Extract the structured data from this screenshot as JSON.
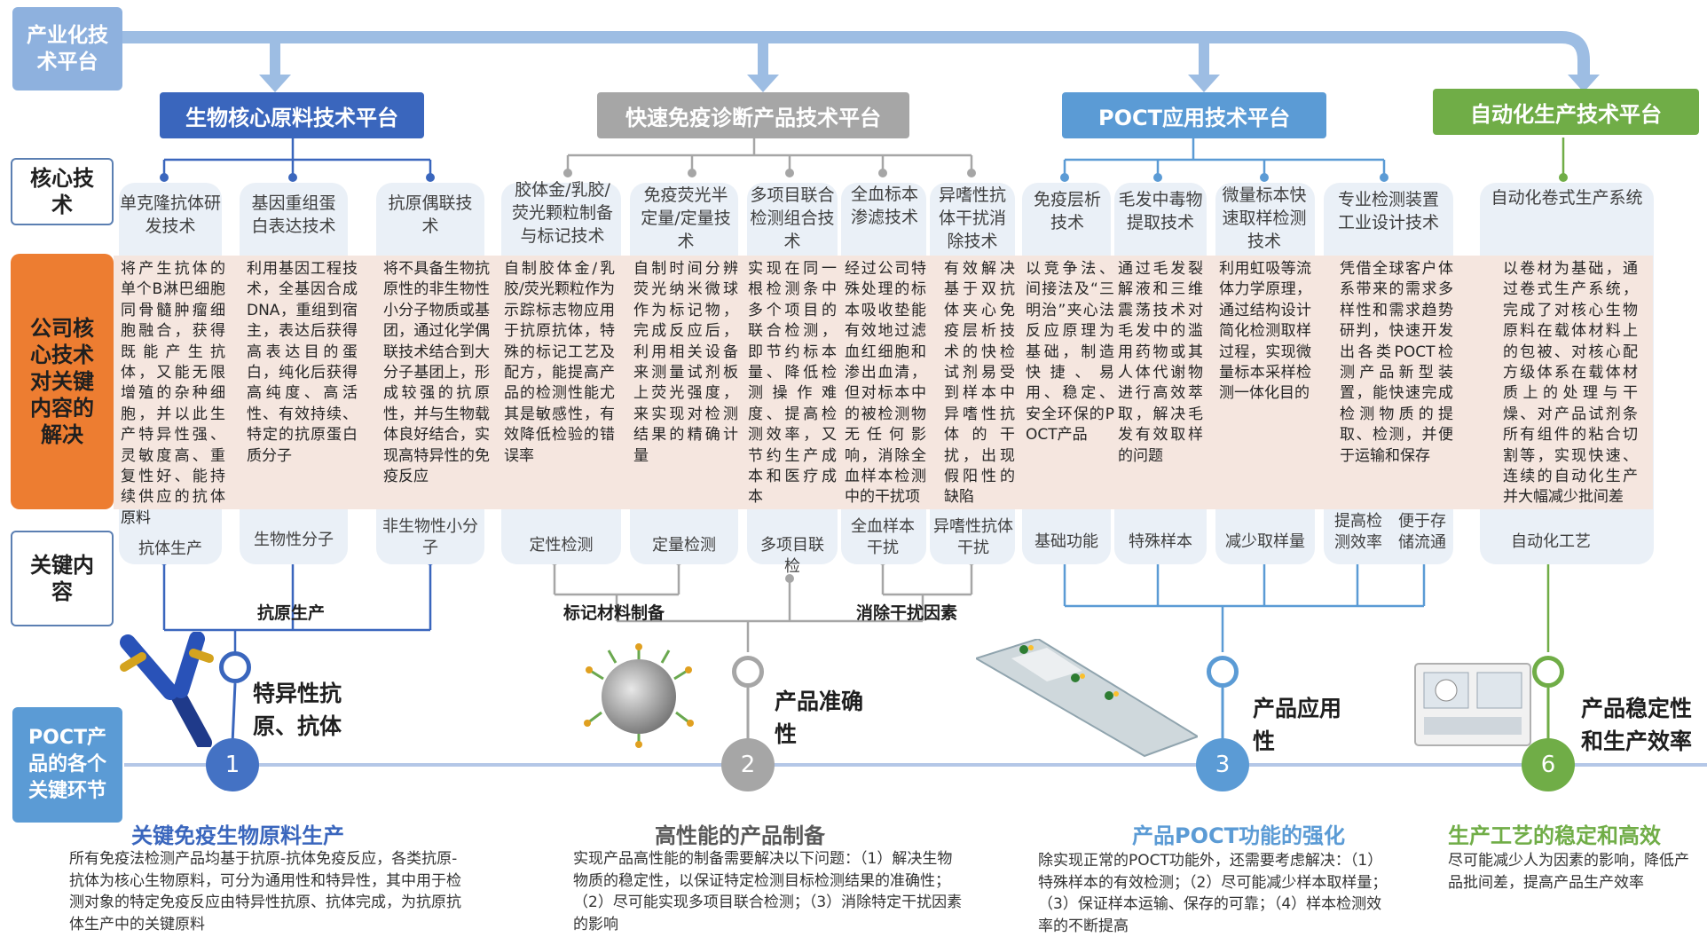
{
  "side_labels": {
    "platform": "产业化技术平台",
    "core_tech": "核心技术",
    "solutions": "公司核心技术对关键内容的解决",
    "key_content": "关键内容",
    "poct": "POCT产品的各个关键环节"
  },
  "platforms": [
    {
      "label": "生物核心原料技术平台",
      "color": "#3a66bd"
    },
    {
      "label": "快速免疫诊断产品技术平台",
      "color": "#a6a6a6"
    },
    {
      "label": "POCT应用技术平台",
      "color": "#5b9bd5"
    },
    {
      "label": "自动化生产技术平台",
      "color": "#70ad47"
    }
  ],
  "columns": [
    {
      "tech": "单克隆抗体研发技术",
      "desc": "将产生抗体的单个B淋巴细胞同骨髓肿瘤细胞融合，获得既能产生抗体，又能无限增殖的杂种细胞，并以此生产特异性强、灵敏度高、重复性好、能持续供应的抗体原料",
      "key": "抗体生产"
    },
    {
      "tech": "基因重组蛋白表达技术",
      "desc": "利用基因工程技术，全基因合成DNA，重组到宿主，表达后获得高表达目的蛋白，纯化后获得高纯度、高活性、有效持续、特定的抗原蛋白质分子",
      "key": "生物性分子"
    },
    {
      "tech": "抗原偶联技术",
      "desc": "将不具备生物抗原性的非生物性小分子物质或基团，通过化学偶联技术结合到大分子基团上，形成较强的抗原性，并与生物载体良好结合，实现高特异性的免疫反应",
      "key": "非生物性小分子"
    },
    {
      "tech": "胶体金/乳胶/荧光颗粒制备与标记技术",
      "desc": "自制胶体金/乳胶/荧光颗粒作为示踪标志物应用于抗原抗体，特殊的标记工艺及配方，能提高产品的检测性能尤其是敏感性，有效降低检验的错误率",
      "key": "定性检测"
    },
    {
      "tech": "免疫荧光半定量/定量技术",
      "desc": "自制时间分辨荧光纳米微球作为标记物，完成反应后，利用相关设备来测量试剂板上荧光强度，来实现对检测结果的精确计量",
      "key": "定量检测"
    },
    {
      "tech": "多项目联合检测组合技术",
      "desc": "实现在同一根检测条中多个项目的联合检测，即节约标本量、降低检测操作难度、提高检测效率，又节约生产成本和医疗成本",
      "key": "多项目联检"
    },
    {
      "tech": "全血标本渗滤技术",
      "desc": "经过公司特殊处理的标本吸收垫能有效地过滤血红细胞和渗出血清，但对标本中的被检测物无任何影响，消除全血样本检测中的干扰项",
      "key": "全血样本干扰"
    },
    {
      "tech": "异嗜性抗体干扰消除技术",
      "desc": "有效解决基于双抗体夹心免疫层析技术的快检试剂易受到样本中异嗜性抗体的干扰，出现假阳性的缺陷",
      "key": "异嗜性抗体干扰"
    },
    {
      "tech": "免疫层析技术",
      "desc": "以竞争法、间接法及“三明治”夹心法反应原理为基础，制造快捷、易用、稳定、安全环保的POCT产品",
      "key": "基础功能"
    },
    {
      "tech": "毛发中毒物提取技术",
      "desc": "通过毛发裂解液和三维震荡技术对毛发中的滥用药物或其人体代谢物进行高效萃取，解决毛发有效取样的问题",
      "key": "特殊样本"
    },
    {
      "tech": "微量标本快速取样检测技术",
      "desc": "利用虹吸等流体力学原理，通过结构设计简化检测取样过程，实现微量标本采样检测一体化目的",
      "key": "减少取样量"
    },
    {
      "tech": "专业检测装置工业设计技术",
      "desc": "凭借全球客户体系带来的需求多样性和需求趋势研判，快速开发出各类POCT检测产品新型装置，能快速完成检测物质的提取、检测，并便于运输和保存",
      "key": "提高检测效率",
      "key2": "便于存储流通"
    },
    {
      "tech": "自动化卷式生产系统",
      "desc": "以卷材为基础，通过卷式生产系统，完成了对核心生物原料在载体材料上的包被、对核心配方级体系在载体材质上的处理与干燥、对产品试剂条所有组件的粘合切割等，实现快速、连续的自动化生产并大幅减少批间差",
      "key": "自动化工艺"
    }
  ],
  "connectors": {
    "antigen": "抗原生产",
    "marker": "标记材料制备",
    "interference": "消除干扰因素"
  },
  "stages": [
    {
      "num": "1",
      "title": "特异性抗原、抗体",
      "color": "#4472c4",
      "section": "关键免疫生物原料生产",
      "para": "所有免疫法检测产品均基于抗原-抗体免疫反应，各类抗原-抗体为核心生物原料，可分为通用性和特异性，其中用于检测对象的特定免疫反应由特异性抗原、抗体完成，为抗原抗体生产中的关键原料"
    },
    {
      "num": "2",
      "title": "产品准确性",
      "color": "#a6a6a6",
      "section": "高性能的产品制备",
      "para": "实现产品高性能的制备需要解决以下问题：（1）解决生物物质的稳定性，以保证特定检测目标检测结果的准确性；（2）尽可能实现多项目联合检测；（3）消除特定干扰因素的影响"
    },
    {
      "num": "3",
      "title": "产品应用性",
      "color": "#5b9bd5",
      "section": "产品POCT功能的强化",
      "para": "除实现正常的POCT功能外，还需要考虑解决：（1）特殊样本的有效检测；（2）尽可能减少样本取样量；（3）保证样本运输、保存的可靠；（4）样本检测效率的不断提高"
    },
    {
      "num": "6",
      "title": "产品稳定性和生产效率",
      "color": "#70ad47",
      "section": "生产工艺的稳定和高效",
      "para": "尽可能减少人为因素的影响，降低产品批间差，提高产品生产效率"
    }
  ]
}
